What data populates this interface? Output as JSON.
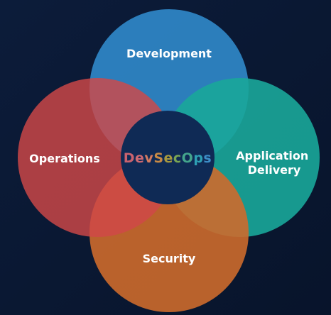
{
  "diagram": {
    "type": "venn",
    "background": {
      "from": "#0c1c3a",
      "to": "#08142b"
    },
    "circles": {
      "development": {
        "label": "Development",
        "color": "#2f86c6"
      },
      "application_delivery": {
        "label_line1": "Application",
        "label_line2": "Delivery",
        "color": "#1aa79a"
      },
      "security": {
        "label": "Security",
        "color": "#cd6a2c"
      },
      "operations": {
        "label": "Operations",
        "color": "#d04848"
      }
    },
    "center": {
      "label": "DevSecOps",
      "fill": "#0f2a55",
      "letter_colors": [
        "#c9626e",
        "#cf6a72",
        "#d57c60",
        "#c78a45",
        "#a79a3f",
        "#7aa654",
        "#44a58c",
        "#2ea0b4",
        "#3d8ec8"
      ]
    }
  }
}
